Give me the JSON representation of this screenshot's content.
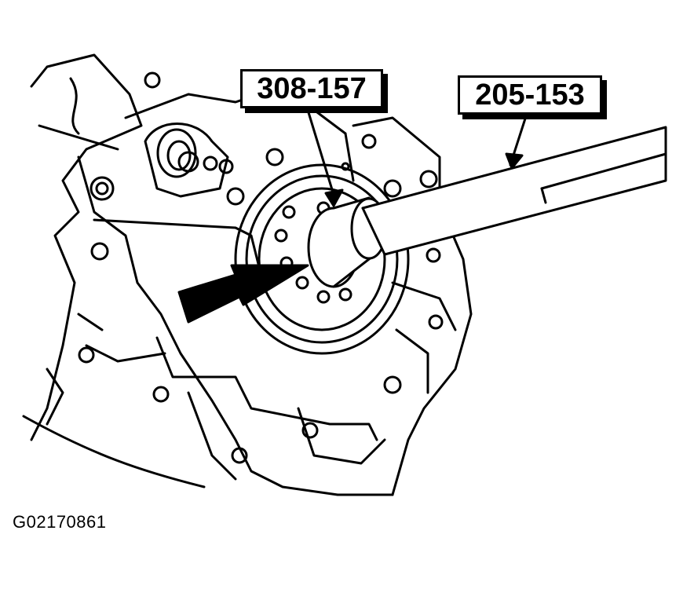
{
  "callouts": {
    "tool_installer": "308-157",
    "tool_handle": "205-153"
  },
  "figure_id": "G02170861",
  "icons": [
    "crankshaft-seal-installer",
    "handle-tool",
    "engine-block",
    "direction-arrow"
  ],
  "colors": {
    "ink": "#000000",
    "paper": "#ffffff"
  }
}
